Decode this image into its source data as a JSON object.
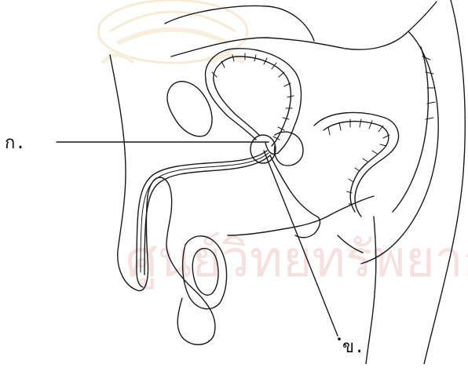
{
  "labels": {
    "a": "ก.",
    "b": "ข."
  },
  "watermark": {
    "text": "ศูนย์วิทยทรัพยากร",
    "color": "#f6dede"
  },
  "colors": {
    "ink": "#1a1a1a",
    "watermark_logo": "#f3e2c4"
  }
}
